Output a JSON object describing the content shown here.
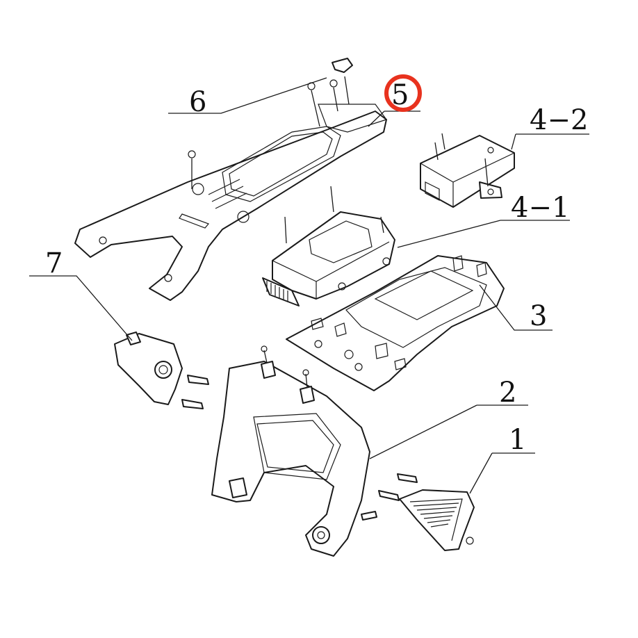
{
  "labels": {
    "part_1": "1",
    "part_2": "2",
    "part_3": "3",
    "part_4_1": "4−1",
    "part_4_2": "4−2",
    "part_5": "5",
    "part_6": "6",
    "part_7": "7"
  },
  "highlight": {
    "part": "5",
    "ring_color": "#e8321e"
  },
  "colors": {
    "line": "#1a1a1a",
    "background": "#ffffff"
  }
}
